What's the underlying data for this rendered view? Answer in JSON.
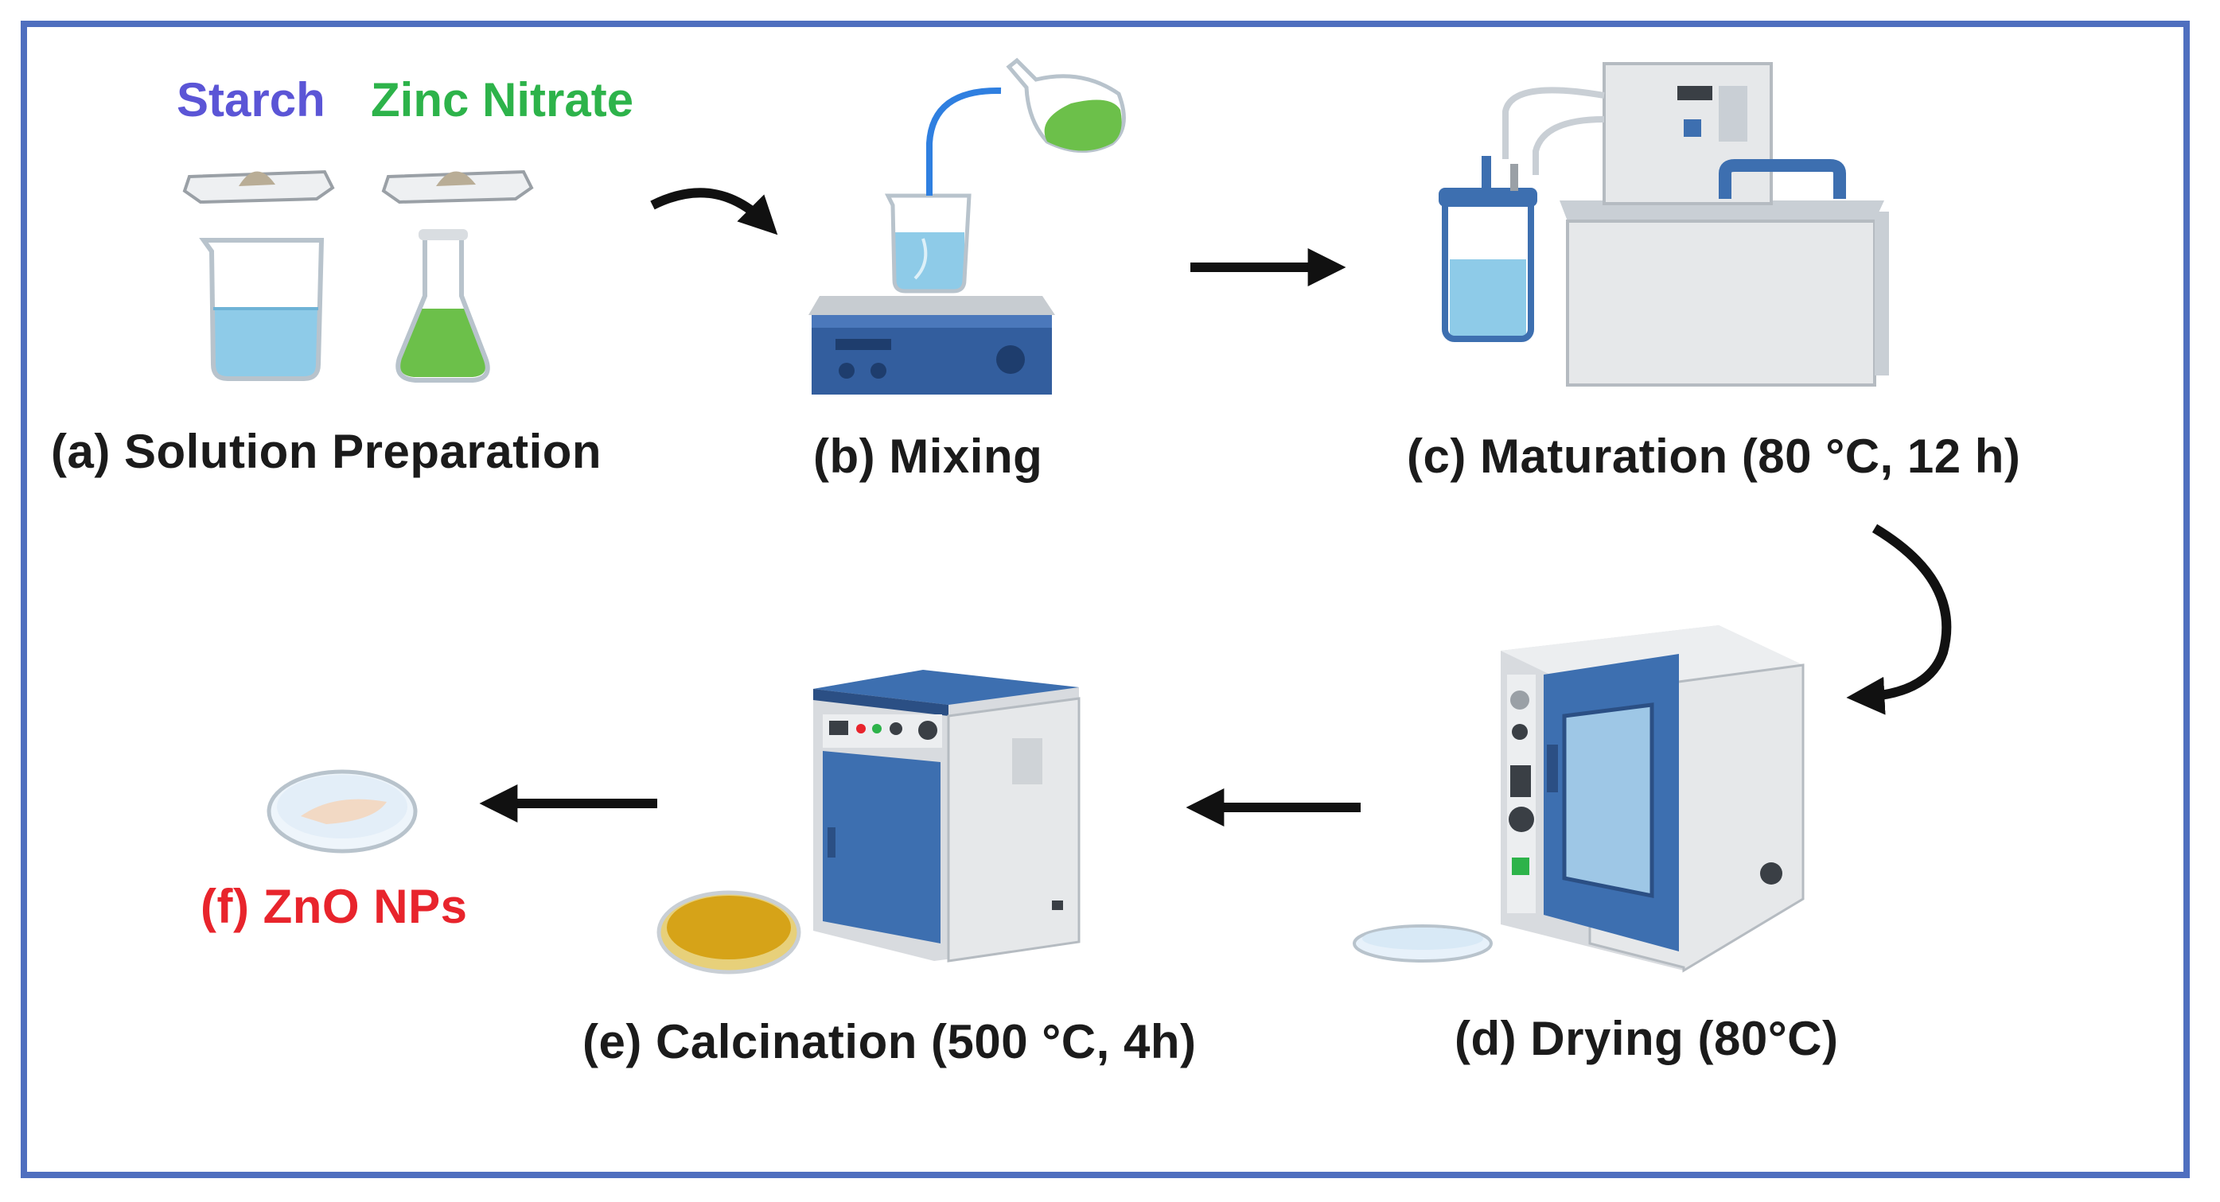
{
  "reagents": {
    "starch": "Starch",
    "zinc_nitrate": "Zinc Nitrate"
  },
  "steps": {
    "a": "(a) Solution Preparation",
    "b": "(b) Mixing",
    "c": "(c) Maturation (80 °C, 12 h)",
    "d": "(d) Drying (80°C)",
    "e": "(e) Calcination (500 °C, 4h)",
    "f": "(f) ZnO NPs"
  },
  "colors": {
    "border": "#4f6fbf",
    "starch": "#5b55d6",
    "zinc_nitrate": "#2db34a",
    "product": "#e8242c",
    "label": "#1b1b1b",
    "water": "#8ecbe8",
    "green_solution": "#6cc04a",
    "device_blue": "#3d6fb0",
    "device_body": "#e6e8ea",
    "calcined_powder": "#d6a318"
  },
  "icons": [
    "weigh-boat-icon",
    "beaker-icon",
    "flask-icon",
    "magnetic-stirrer-icon",
    "water-bath-icon",
    "drying-oven-icon",
    "furnace-icon",
    "petri-dish-icon",
    "arrow-icon"
  ]
}
